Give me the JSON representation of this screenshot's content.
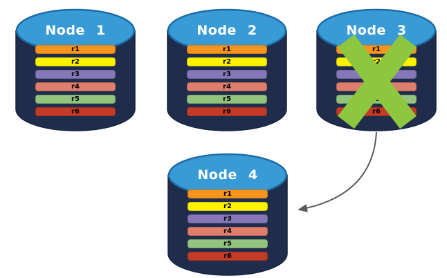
{
  "diagram": {
    "description": "Database replication failover diagram: four nodes with replicated records; Node 3 is crossed out (failed) and an arrow shows its data moving to Node 4",
    "colors": {
      "background": "#ffffff",
      "cylinder_body": "#1f2c4c",
      "cylinder_edge": "#172440",
      "cylinder_top_fill": "#399bd5",
      "cylinder_top_stroke": "#1b6ca8",
      "node_title_text": "#ffffff",
      "record_label_text": "#000000",
      "failure_x": "#8dc63f",
      "arrow": "#5a5a5a"
    },
    "nodes": [
      {
        "title": "Node 1",
        "failed": false,
        "records": [
          {
            "label": "r1",
            "color": "#f7941e"
          },
          {
            "label": "r2",
            "color": "#fff200"
          },
          {
            "label": "r3",
            "color": "#8677b9"
          },
          {
            "label": "r4",
            "color": "#df7e6b"
          },
          {
            "label": "r5",
            "color": "#93c47e"
          },
          {
            "label": "r6",
            "color": "#c23b26"
          }
        ]
      },
      {
        "title": "Node 2",
        "failed": false,
        "records": [
          {
            "label": "r1",
            "color": "#f7941e"
          },
          {
            "label": "r2",
            "color": "#fff200"
          },
          {
            "label": "r3",
            "color": "#8677b9"
          },
          {
            "label": "r4",
            "color": "#df7e6b"
          },
          {
            "label": "r5",
            "color": "#93c47e"
          },
          {
            "label": "r6",
            "color": "#c23b26"
          }
        ]
      },
      {
        "title": "Node 3",
        "failed": true,
        "records": [
          {
            "label": "r1",
            "color": "#f7941e"
          },
          {
            "label": "r2",
            "color": "#fff200"
          },
          {
            "label": "r3",
            "color": "#8677b9"
          },
          {
            "label": "r4",
            "color": "#df7e6b"
          },
          {
            "label": "r5",
            "color": "#93c47e"
          },
          {
            "label": "r6",
            "color": "#c23b26"
          }
        ]
      },
      {
        "title": "Node 4",
        "failed": false,
        "records": [
          {
            "label": "r1",
            "color": "#f7941e"
          },
          {
            "label": "r2",
            "color": "#fff200"
          },
          {
            "label": "r3",
            "color": "#8677b9"
          },
          {
            "label": "r4",
            "color": "#df7e6b"
          },
          {
            "label": "r5",
            "color": "#93c47e"
          },
          {
            "label": "r6",
            "color": "#c23b26"
          }
        ]
      }
    ],
    "arrow": {
      "from": "Node 3",
      "to": "Node 4"
    }
  }
}
